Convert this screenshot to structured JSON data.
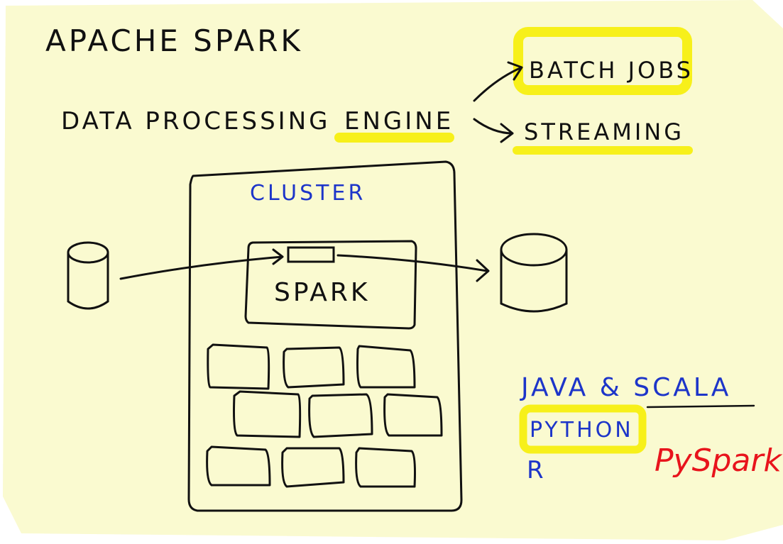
{
  "colors": {
    "paper": "#fafad0",
    "highlight": "#f7f01a",
    "ink": "#111111",
    "blue_ink": "#1d35c9",
    "red_ink": "#e8141c"
  },
  "title": "APACHE SPARK",
  "definition": {
    "subject": "DATA PROCESSING",
    "keyword": "ENGINE"
  },
  "modes": {
    "batch": "BATCH JOBS",
    "streaming": "STREAMING"
  },
  "cluster": {
    "label": "CLUSTER",
    "engine_label": "SPARK"
  },
  "languages": {
    "java_scala": "JAVA & SCALA",
    "python": "PYTHON",
    "r": "R",
    "python_api": "PySpark"
  }
}
